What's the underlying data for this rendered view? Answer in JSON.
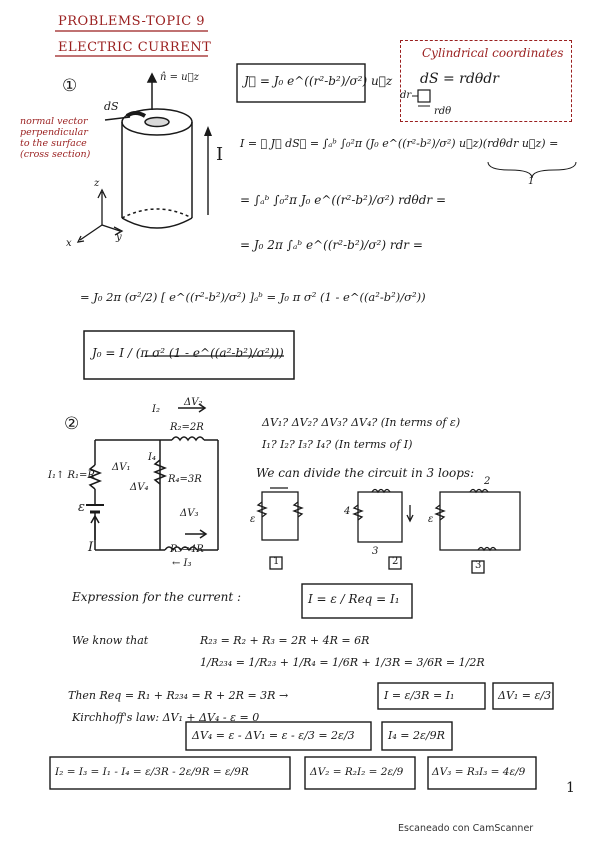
{
  "header": {
    "title": "PROBLEMS-TOPIC 9",
    "subtitle": "ELECTRIC CURRENT"
  },
  "problem1": {
    "number": "①",
    "normal_label": "n̂ = u⃗z",
    "ds_label": "dS",
    "dr_label": "dr",
    "rdtheta_label": "rdθ",
    "note": [
      "normal vector",
      "perpendicular",
      "to the surface",
      "(cross section)"
    ],
    "current_label": "I",
    "axes": {
      "z": "z",
      "x": "x",
      "y": "y"
    },
    "J_def": "J⃗ = J₀ e^((r²-b²)/σ²) u⃗z",
    "cyl_title": "Cylindrical coordinates",
    "cyl_ds": "dS = rdθdr",
    "eq1": "I = ∯ J⃗ dS⃗ = ∫ₐᵇ ∫₀²π (J₀ e^((r²-b²)/σ²) u⃗z)(rdθdr u⃗z) =",
    "eq1_under": "1",
    "eq2": "= ∫ₐᵇ ∫₀²π J₀ e^((r²-b²)/σ²) rdθdr =",
    "eq3": "= J₀ 2π ∫ₐᵇ e^((r²-b²)/σ²) rdr =",
    "eq4": "= J₀ 2π (σ²/2) [ e^((r²-b²)/σ²) ]ₐᵇ = J₀ π σ² (1 - e^((a²-b²)/σ²))",
    "J0_result": "J₀ = I / (π σ² (1 - e^((a²-b²)/σ²)))"
  },
  "problem2": {
    "number": "②",
    "q1": "ΔV₁?  ΔV₂?  ΔV₃?  ΔV₄? (In terms of ε)",
    "q2": "I₁?  I₂?  I₃?  I₄? (In terms of I)",
    "loops": "We can divide the circuit in 3 loops:",
    "circuit": {
      "I2": "I₂",
      "dV2": "ΔV₂",
      "R2": "R₂=2R",
      "I1R1": "I₁↑ R₁=R",
      "dV1": "ΔV₁",
      "I4": "I₄",
      "dV4": "ΔV₄",
      "R4": "R₄=3R",
      "dV3": "ΔV₃",
      "R3": "R₃=4R",
      "I3": "← I₃",
      "emf": "ε",
      "I": "I"
    },
    "loop_labels": [
      "1",
      "2",
      "3"
    ],
    "loop_small": [
      "ε",
      "4",
      "3",
      "2",
      "ε"
    ],
    "expr_label": "Expression for the current :",
    "expr_box": "I = ε / Req = I₁",
    "know_label": "We know that",
    "r23": "R₂₃ = R₂ + R₃ = 2R + 4R = 6R",
    "r234": "1/R₂₃₄ = 1/R₂₃ + 1/R₄ = 1/6R + 1/3R = 3/6R = 1/2R",
    "then": "Then  Req = R₁ + R₂₃₄ = R + 2R = 3R  →",
    "box_I": "I = ε/3R = I₁",
    "box_dV1": "ΔV₁ = ε/3",
    "kirchhoff": "Kirchhoff's law:  ΔV₁ + ΔV₄ - ε = 0",
    "box_dV4": "ΔV₄ = ε - ΔV₁ = ε - ε/3 = 2ε/3",
    "box_I4": "I₄ = 2ε/9R",
    "box_I2": "I₂ = I₃ = I₁ - I₄ = ε/3R - 2ε/9R = ε/9R",
    "box_dV2": "ΔV₂ = R₂I₂ = 2ε/9",
    "box_dV3": "ΔV₃ = R₃I₃ = 4ε/9",
    "page_number": "1"
  },
  "footer": "Escaneado con CamScanner"
}
